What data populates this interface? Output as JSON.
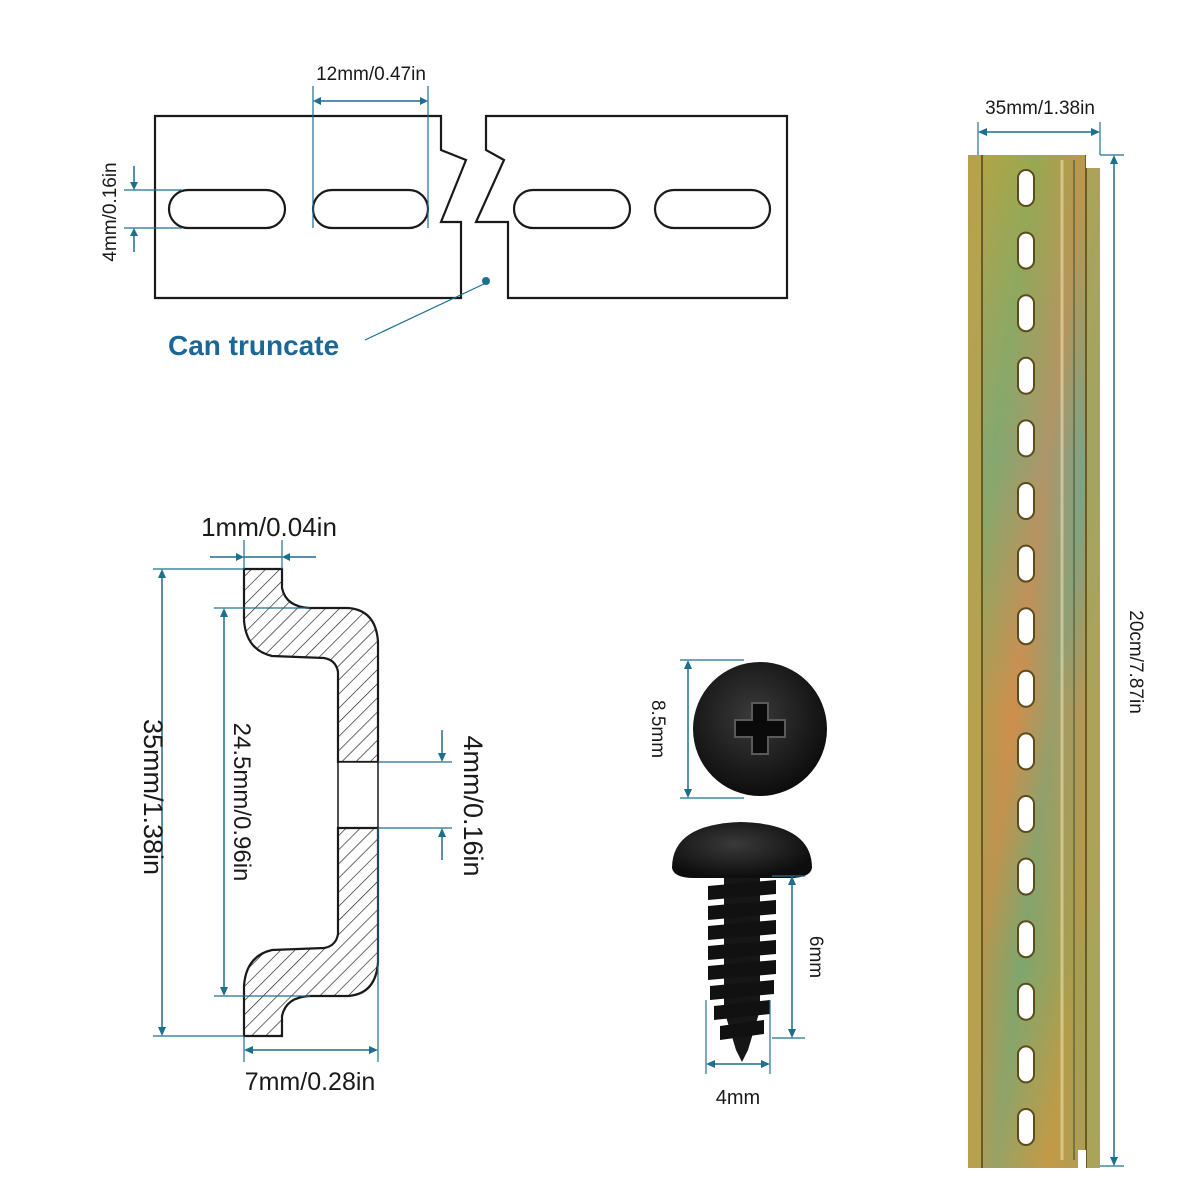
{
  "rail_top_view": {
    "hole_pitch": "12mm/0.47in",
    "hole_height": "4mm/0.16in",
    "note": "Can truncate"
  },
  "rail_profile": {
    "thickness": "1mm/0.04in",
    "total_width": "35mm/1.38in",
    "inner_width": "24.5mm/0.96in",
    "hole_height": "4mm/0.16in",
    "depth": "7mm/0.28in"
  },
  "screw": {
    "head_diameter": "8.5mm",
    "thread_length": "6mm",
    "thread_diameter": "4mm",
    "color": "#151515"
  },
  "rail_photo": {
    "width": "35mm/1.38in",
    "length": "20cm/7.87in",
    "slot_count": 16,
    "finish_colors": [
      "#b9a23a",
      "#7aa35a",
      "#c98a4a",
      "#6d9aa0"
    ]
  },
  "colors": {
    "dimension_line": "#1d6f8e",
    "note_text": "#1b6796"
  }
}
